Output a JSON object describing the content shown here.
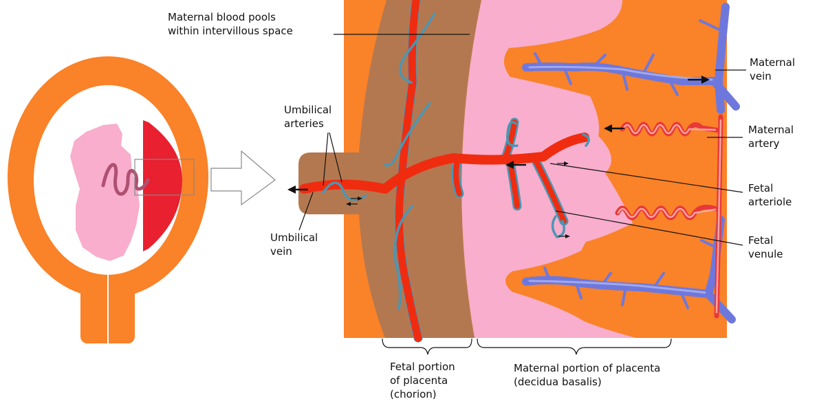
{
  "labels": {
    "maternal_blood_pools": "Maternal blood pools\nwithin intervillous space",
    "umbilical_arteries": "Umbilical\narteries",
    "umbilical_vein": "Umbilical\nvein",
    "maternal_vein": "Maternal\nvein",
    "maternal_artery": "Maternal\nartery",
    "fetal_arteriole": "Fetal\narteriole",
    "fetal_venule": "Fetal\nvenule",
    "fetal_portion": "Fetal portion\nof placenta\n(chorion)",
    "maternal_portion": "Maternal portion of placenta\n(decidua basalis)"
  },
  "colors": {
    "uterus": "#fa8228",
    "amniotic": "#ffffff",
    "fetus": "#f8aecc",
    "placenta_small": "#e82030",
    "chorion": "#b47850",
    "intervillous": "#f8aecc",
    "decidua": "#fa8228",
    "fetal_vessel": "#f02c10",
    "fetal_vessel_outline": "#4a96b4",
    "maternal_vein": "#6e78dc",
    "maternal_artery": "#e83838",
    "umbilical_cord_small": "#b05070"
  }
}
